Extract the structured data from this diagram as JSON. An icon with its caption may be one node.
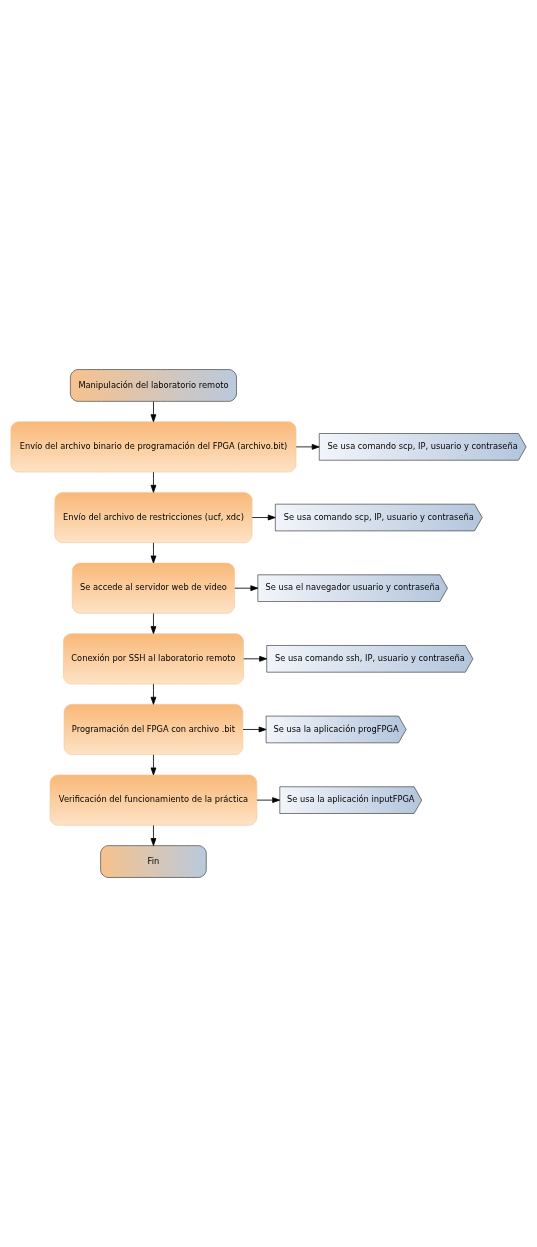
{
  "diagram": {
    "nodes": [
      {
        "text": [
          "Manipulación del laboratorio remoto"
        ]
      },
      {
        "text": [
          "Envío del archivo binario de programación del FPGA (archivo.bit)"
        ]
      },
      {
        "text": [
          "Se usa comando scp, IP, usuario y contraseña"
        ]
      },
      {
        "text": [
          "Envío del archivo de restricciones (ucf, xdc)"
        ]
      },
      {
        "text": [
          "Se usa comando scp, IP, usuario y contraseña"
        ]
      },
      {
        "text": [
          "Se accede al servidor web de video"
        ]
      },
      {
        "text": [
          "Se usa el navegador usuario y contraseña"
        ]
      },
      {
        "text": [
          "Conexión por SSH al laboratorio remoto"
        ]
      },
      {
        "text": [
          "Se usa comando ssh, IP, usuario y contraseña"
        ]
      },
      {
        "text": [
          "Programación del FPGA con archivo .bit"
        ]
      },
      {
        "text": [
          "Se usa la aplicación progFPGA"
        ]
      },
      {
        "text": [
          "Verificación del funcionamiento de la práctica"
        ]
      },
      {
        "text": [
          "Se usa la aplicación inputFPGA"
        ]
      },
      {
        "text": [
          "Fin"
        ]
      }
    ],
    "edges": [
      {
        "from": 0,
        "to": 1,
        "arrow": "to"
      },
      {
        "from": 1,
        "to": 2,
        "arrow": "to"
      },
      {
        "from": 1,
        "to": 3,
        "arrow": "to"
      },
      {
        "from": 3,
        "to": 4,
        "arrow": "to"
      },
      {
        "from": 3,
        "to": 5,
        "arrow": "to"
      },
      {
        "from": 5,
        "to": 6,
        "arrow": "to"
      },
      {
        "from": 5,
        "to": 7,
        "arrow": "to"
      },
      {
        "from": 7,
        "to": 8,
        "arrow": "to"
      },
      {
        "from": 7,
        "to": 9,
        "arrow": "to"
      },
      {
        "from": 9,
        "to": 10,
        "arrow": "to"
      },
      {
        "from": 9,
        "to": 11,
        "arrow": "to"
      },
      {
        "from": 11,
        "to": 12,
        "arrow": "to"
      },
      {
        "from": 11,
        "to": 13,
        "arrow": "to"
      }
    ]
  }
}
